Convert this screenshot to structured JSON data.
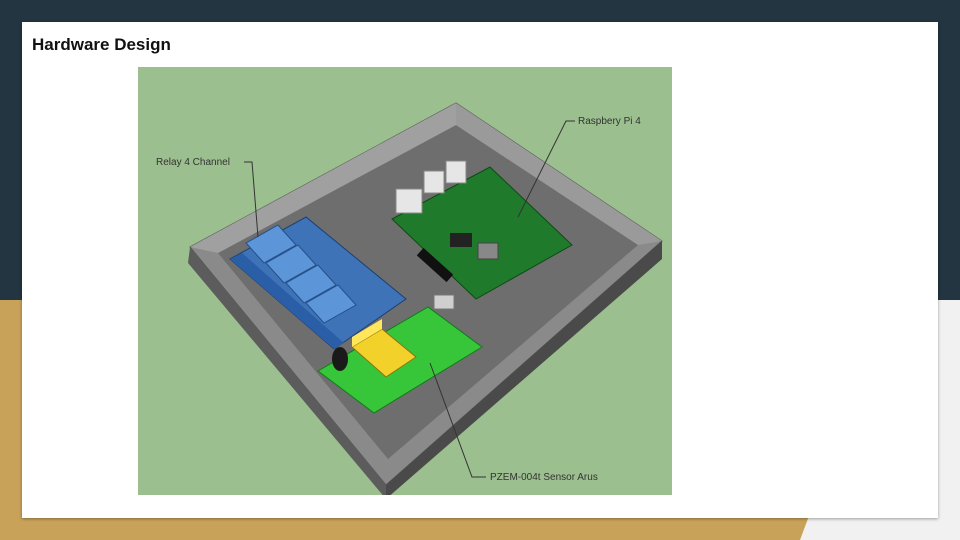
{
  "slide": {
    "title": "Hardware Design"
  },
  "figure": {
    "background_color": "#9cbf8f",
    "labels": {
      "relay": "Relay 4 Channel",
      "raspberry": "Raspbery Pi 4",
      "pzem": "PZEM-004t Sensor Arus"
    }
  },
  "colors": {
    "slide_background": "#223540",
    "accent_gold": "#c9a25a",
    "accent_white": "#f1f1f1",
    "enclosure": "#7d7d7d",
    "relay_board": "#3f73b8",
    "sensor_board": "#37c63a",
    "pi_board": "#1f7a2c"
  }
}
